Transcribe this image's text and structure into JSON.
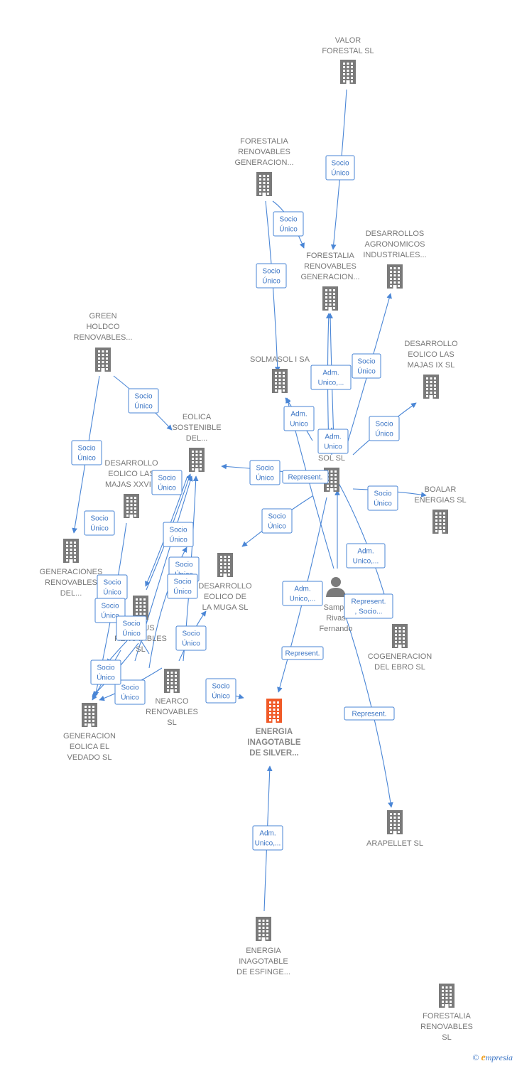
{
  "colors": {
    "edge": "#4a86d6",
    "building": "#7a7a7a",
    "building_main": "#f05a28",
    "person": "#7a7a7a",
    "label": "#777777"
  },
  "nodes": [
    {
      "id": "valor",
      "type": "company",
      "lines": [
        "VALOR",
        "FORESTAL SL"
      ]
    },
    {
      "id": "forestalia1",
      "type": "company",
      "lines": [
        "FORESTALIA",
        "RENOVABLES",
        "GENERACION..."
      ]
    },
    {
      "id": "forestalia2",
      "type": "company",
      "lines": [
        "FORESTALIA",
        "RENOVABLES",
        "GENERACION..."
      ]
    },
    {
      "id": "agronomicos",
      "type": "company",
      "lines": [
        "DESARROLLOS",
        "AGRONOMICOS",
        "INDUSTRIALES..."
      ]
    },
    {
      "id": "solmasol",
      "type": "company",
      "lines": [
        "SOLMASOL I SA"
      ]
    },
    {
      "id": "majasix",
      "type": "company",
      "lines": [
        "DESARROLLO",
        "EOLICO LAS",
        "MAJAS IX  SL"
      ]
    },
    {
      "id": "green",
      "type": "company",
      "lines": [
        "GREEN",
        "HOLDCO",
        "RENOVABLES..."
      ]
    },
    {
      "id": "eolicasost",
      "type": "company",
      "lines": [
        "EOLICA",
        "SOSTENIBLE",
        "DEL..."
      ]
    },
    {
      "id": "fersol",
      "type": "company",
      "lines": [
        "FER    IO",
        "SOL SL"
      ]
    },
    {
      "id": "majasxxvi",
      "type": "company",
      "lines": [
        "DESARROLLO",
        "EOLICO LAS",
        "MAJAS XXVI..."
      ]
    },
    {
      "id": "boalar",
      "type": "company",
      "lines": [
        "BOALAR",
        "ENERGIAS  SL"
      ]
    },
    {
      "id": "generaciones",
      "type": "company",
      "lines": [
        "GENERACIONES",
        "RENOVABLES",
        "DEL..."
      ]
    },
    {
      "id": "muga",
      "type": "company",
      "lines": [
        "DESARROLLO",
        "EOLICO DE",
        "LA MUGA SL"
      ]
    },
    {
      "id": "opimus",
      "type": "company",
      "lines": [
        "O      IMUS",
        "RENOVABLES",
        "SL"
      ]
    },
    {
      "id": "sampe",
      "type": "person",
      "lines": [
        "Sampe",
        "Rivas",
        "Fernando"
      ]
    },
    {
      "id": "cogeneracion",
      "type": "company",
      "lines": [
        "COGENERACION",
        "DEL EBRO  SL"
      ]
    },
    {
      "id": "nearco",
      "type": "company",
      "lines": [
        "NEARCO",
        "RENOVABLES",
        "SL"
      ]
    },
    {
      "id": "vedado",
      "type": "company",
      "lines": [
        "GENERACION",
        "EOLICA EL",
        "VEDADO SL"
      ]
    },
    {
      "id": "main",
      "type": "main",
      "lines": [
        "ENERGIA",
        "INAGOTABLE",
        "DE SILVER..."
      ]
    },
    {
      "id": "arapellet",
      "type": "company",
      "lines": [
        "ARAPELLET  SL"
      ]
    },
    {
      "id": "esfinge",
      "type": "company",
      "lines": [
        "ENERGIA",
        "INAGOTABLE",
        "DE ESFINGE..."
      ]
    },
    {
      "id": "forestalia3",
      "type": "company",
      "lines": [
        "FORESTALIA",
        "RENOVABLES",
        "SL"
      ]
    }
  ],
  "edges": [
    {
      "label": [
        "Socio",
        "Único"
      ]
    },
    {
      "label": [
        "Socio",
        "Único"
      ]
    },
    {
      "label": [
        "Socio",
        "Único"
      ]
    },
    {
      "label": [
        "Socio",
        "Único"
      ]
    },
    {
      "label": [
        "Adm.",
        "Unico,..."
      ]
    },
    {
      "label": [
        "Adm.",
        "Unico"
      ]
    },
    {
      "label": [
        "Adm.",
        "Unico"
      ]
    },
    {
      "label": [
        "Socio",
        "Único"
      ]
    },
    {
      "label": [
        "Socio",
        "Único"
      ]
    },
    {
      "label": [
        "Socio",
        "Único"
      ]
    },
    {
      "label": [
        "Socio",
        "Único"
      ]
    },
    {
      "label": [
        "Represent."
      ]
    },
    {
      "label": [
        "Socio",
        "Único"
      ]
    },
    {
      "label": [
        "Socio",
        "Único"
      ]
    },
    {
      "label": [
        "Adm.",
        "Unico,..."
      ]
    },
    {
      "label": [
        "Represent.",
        ", Socio..."
      ]
    },
    {
      "label": [
        "Adm.",
        "Unico,..."
      ]
    },
    {
      "label": [
        "Represent."
      ]
    },
    {
      "label": [
        "Represent."
      ]
    },
    {
      "label": [
        "Socio",
        "Único"
      ]
    },
    {
      "label": [
        "Socio",
        "Único"
      ]
    },
    {
      "label": [
        "Socio",
        "Único"
      ]
    },
    {
      "label": [
        "Socio",
        "Único"
      ]
    },
    {
      "label": [
        "Socio",
        "Único"
      ]
    },
    {
      "label": [
        "Socio",
        "Único"
      ]
    },
    {
      "label": [
        "Socio",
        "Único"
      ]
    },
    {
      "label": [
        "Socio",
        "Único"
      ]
    },
    {
      "label": [
        "Socio",
        "Único"
      ]
    },
    {
      "label": [
        "Socio",
        "Único"
      ]
    },
    {
      "label": [
        "Socio",
        "Único"
      ]
    },
    {
      "label": [
        "Socio",
        "Único"
      ]
    },
    {
      "label": [
        "Socio",
        "Único"
      ]
    },
    {
      "label": [
        "Socio",
        "Único"
      ]
    },
    {
      "label": [
        "Adm.",
        "Unico,..."
      ]
    }
  ],
  "footer": {
    "copyright": "©",
    "brand_initial": "e",
    "brand_rest": "mpresia"
  }
}
